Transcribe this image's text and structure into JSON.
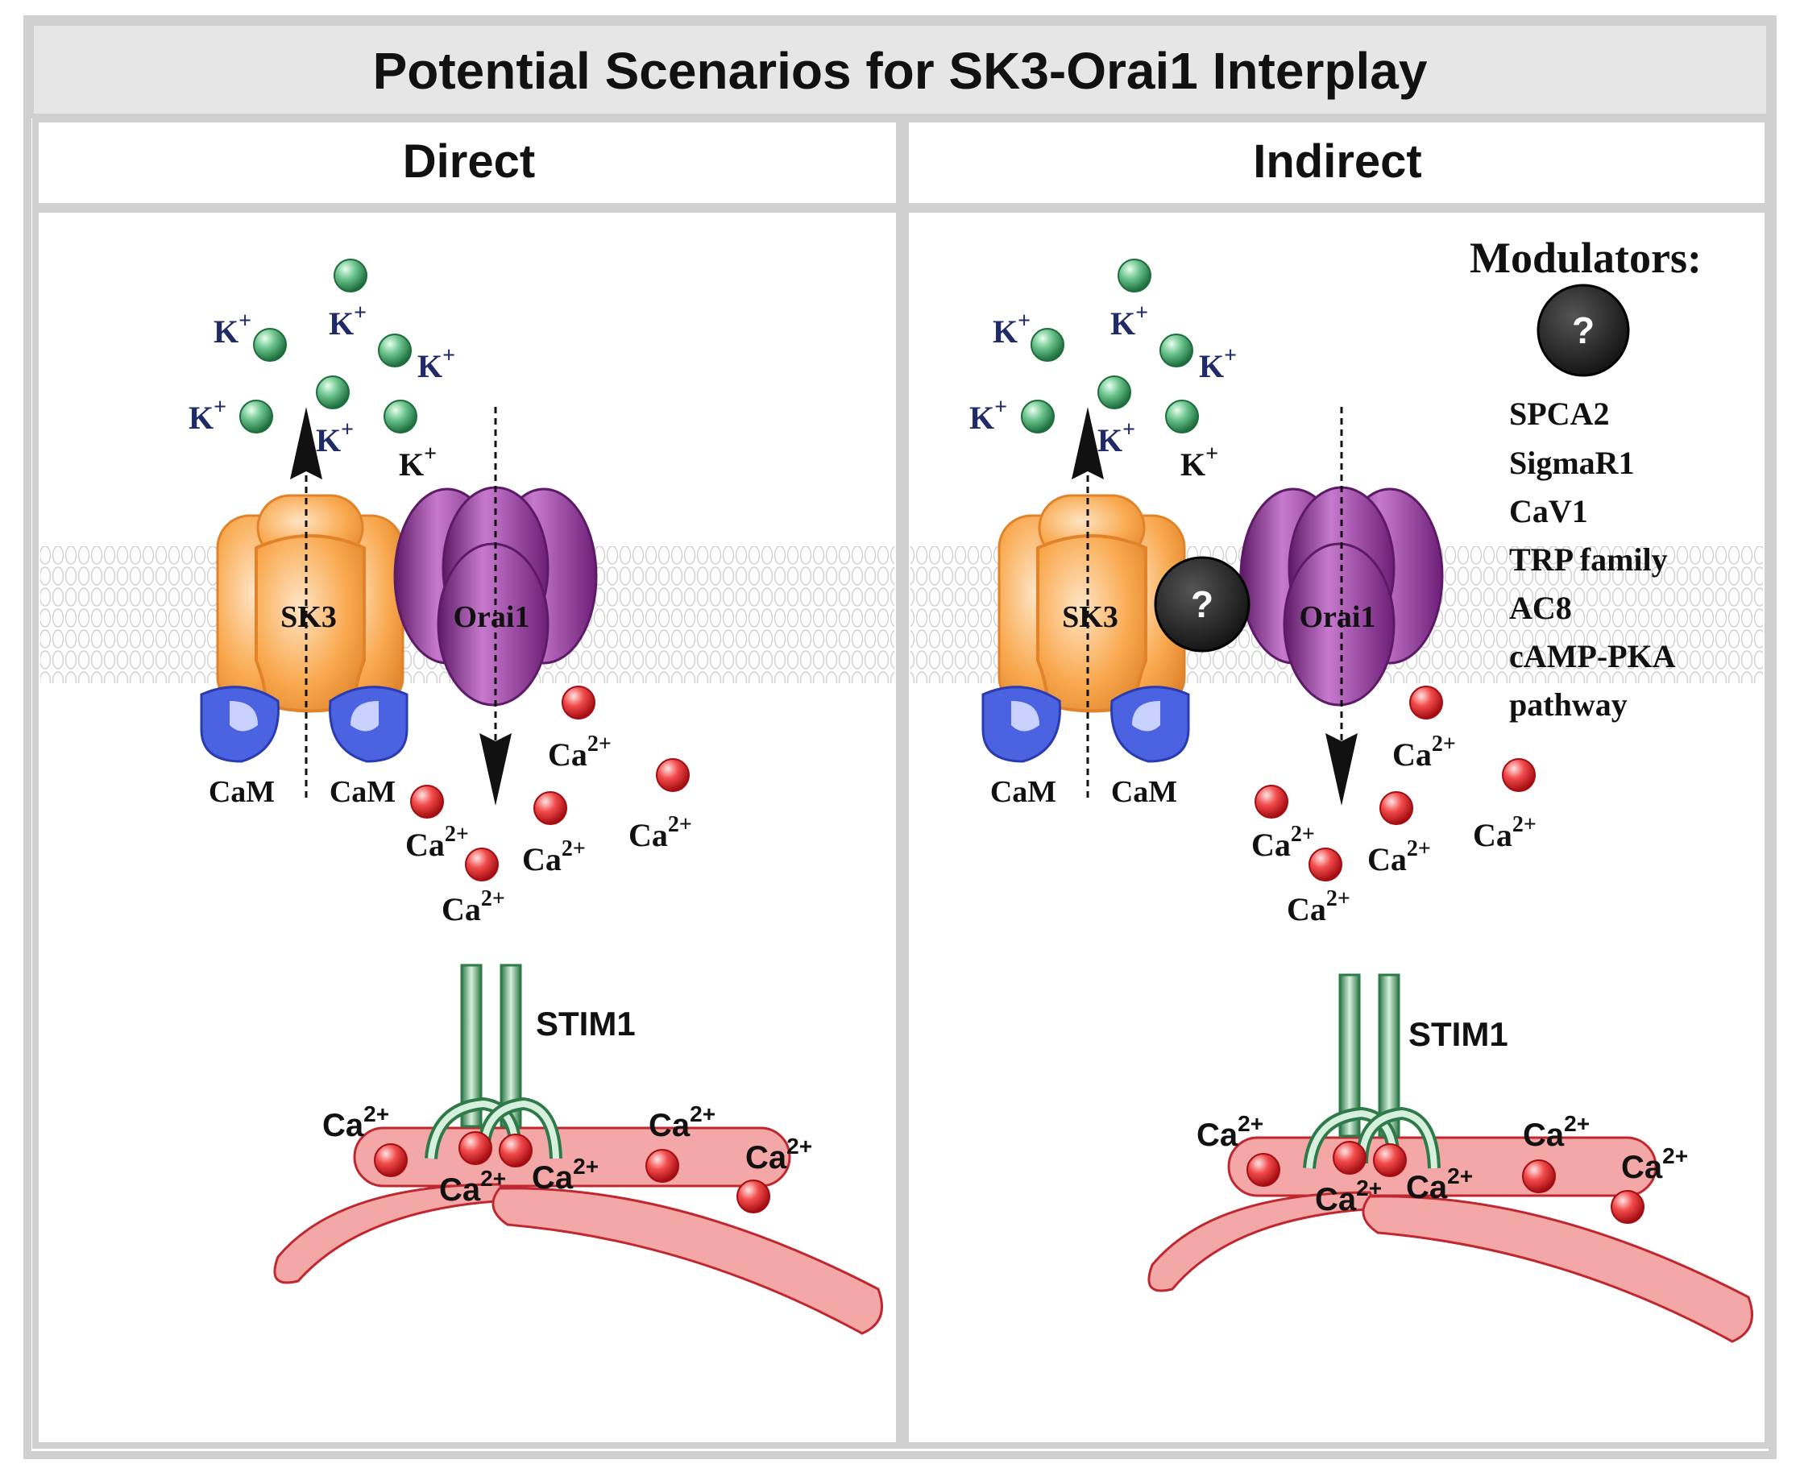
{
  "title": "Potential Scenarios for SK3-Orai1 Interplay",
  "panels": {
    "direct": {
      "heading": "Direct"
    },
    "indirect": {
      "heading": "Indirect"
    }
  },
  "labels": {
    "k_base": "K",
    "k_sup": "+",
    "ca_base": "Ca",
    "ca_sup": "2+",
    "sk3": "SK3",
    "orai1": "Orai1",
    "cam": "CaM",
    "stim1": "STIM1",
    "unknown": "?"
  },
  "modulators": {
    "heading": "Modulators:",
    "items": [
      "SPCA2",
      "SigmaR1",
      "CaV1",
      "TRP family",
      "AC8",
      "cAMP-PKA",
      "pathway"
    ]
  },
  "colors": {
    "sk3": "#f7a650",
    "orai1": "#8a2a93",
    "cam": "#3f57d6",
    "k_ion": "#2f9a5c",
    "ca_ion": "#e0232a",
    "er": "#f4a7a7",
    "stim1": "#3c8a57",
    "unknown": "#1f1f1f"
  }
}
